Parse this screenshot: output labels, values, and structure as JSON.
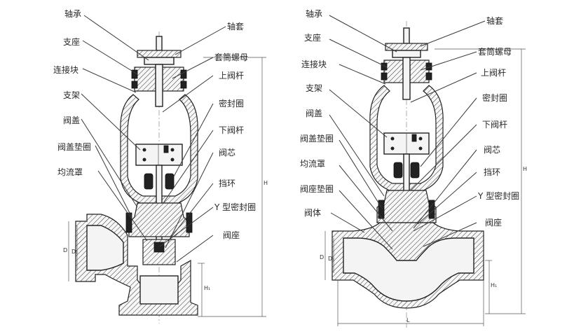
{
  "left_view": {
    "labels_left": [
      "轴承",
      "支座",
      "连接块",
      "支架",
      "阀盖",
      "阀盖垫圈",
      "均流罩"
    ],
    "labels_right": [
      "轴套",
      "套筒螺母",
      "上阀杆",
      "密封圈",
      "下阀杆",
      "阀芯",
      "挡环",
      "Y 型密封圈",
      "阀座"
    ],
    "dimension_labels": [
      "D",
      "D₁",
      "H",
      "H₁"
    ]
  },
  "right_view": {
    "labels_left": [
      "轴承",
      "支座",
      "连接块",
      "支架",
      "阀盖",
      "阀盖垫圈",
      "均流罩",
      "阀座垫圈",
      "阀体"
    ],
    "labels_right": [
      "轴套",
      "套筒螺母",
      "上阀杆",
      "密封圈",
      "下阀杆",
      "阀芯",
      "挡环",
      "Y 型密封圈",
      "阀座"
    ],
    "dimension_labels": [
      "D",
      "D₁",
      "H",
      "H₁",
      "L"
    ]
  }
}
